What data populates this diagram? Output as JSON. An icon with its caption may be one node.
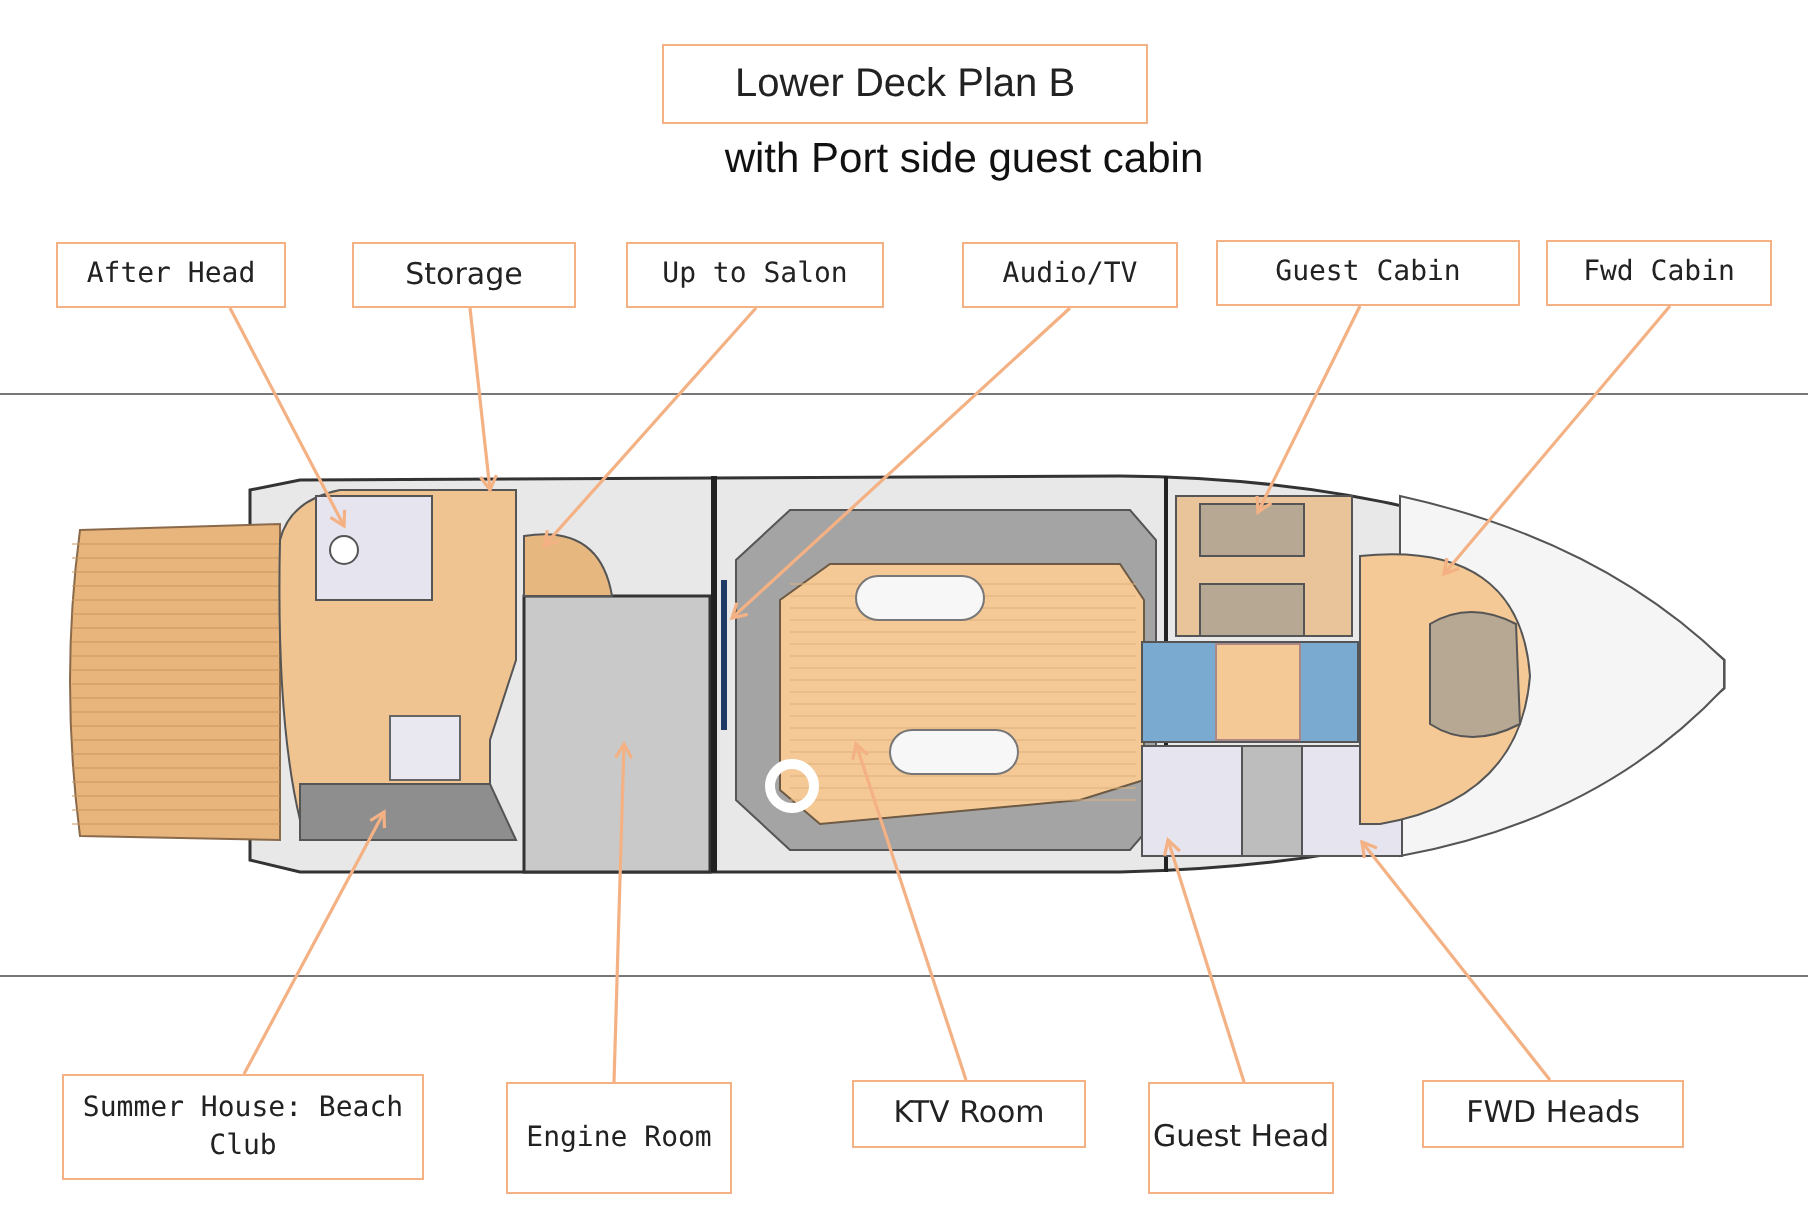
{
  "diagram": {
    "title": "Lower Deck Plan B",
    "caption": "with Port side guest cabin",
    "nodes": [
      {
        "text": [
          "After Head"
        ]
      },
      {
        "text": [
          "Storage"
        ]
      },
      {
        "text": [
          "Up to Salon"
        ]
      },
      {
        "text": [
          "Audio/TV"
        ]
      },
      {
        "text": [
          "Guest Cabin"
        ]
      },
      {
        "text": [
          "Fwd Cabin"
        ]
      },
      {
        "text": [
          "Summer House: Beach Club"
        ]
      },
      {
        "text": [
          "Engine Room"
        ]
      },
      {
        "text": [
          "KTV Room"
        ]
      },
      {
        "text": [
          "Guest Head"
        ]
      },
      {
        "text": [
          "FWD Heads"
        ]
      }
    ],
    "edges": [
      {
        "from": 0,
        "to": null,
        "arrow": "to"
      },
      {
        "from": 1,
        "to": null,
        "arrow": "to"
      },
      {
        "from": 2,
        "to": null,
        "arrow": "to"
      },
      {
        "from": 3,
        "to": null,
        "arrow": "to"
      },
      {
        "from": 4,
        "to": null,
        "arrow": "to"
      },
      {
        "from": 5,
        "to": null,
        "arrow": "to"
      },
      {
        "from": 6,
        "to": null,
        "arrow": "to"
      },
      {
        "from": 7,
        "to": null,
        "arrow": "to"
      },
      {
        "from": 8,
        "to": null,
        "arrow": "to"
      },
      {
        "from": 9,
        "to": null,
        "arrow": "to"
      },
      {
        "from": 10,
        "to": null,
        "arrow": "to"
      }
    ]
  }
}
